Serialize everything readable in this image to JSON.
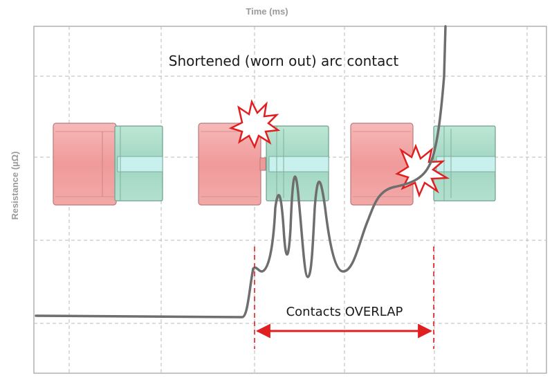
{
  "diagram": {
    "x_axis_title": "Time (ms)",
    "y_axis_title": "Resistance (µΩ)",
    "title": "Shortened (worn out) arc contact",
    "overlap_label": "Contacts OVERLAP"
  },
  "colors": {
    "moving_contact": "#f4a6a6",
    "moving_contact_stroke": "#b77a7a",
    "fixed_contact": "#a8dcc8",
    "fixed_contact_stroke": "#6f9e8c",
    "contact_core": "#c8f0ec",
    "resistance_curve": "#6e6e6e",
    "overlap_marker": "#e02020",
    "grid": "#b8b8b8",
    "frame": "#9e9e9e"
  },
  "icons": {
    "arc_spark": "spark-burst-icon"
  }
}
